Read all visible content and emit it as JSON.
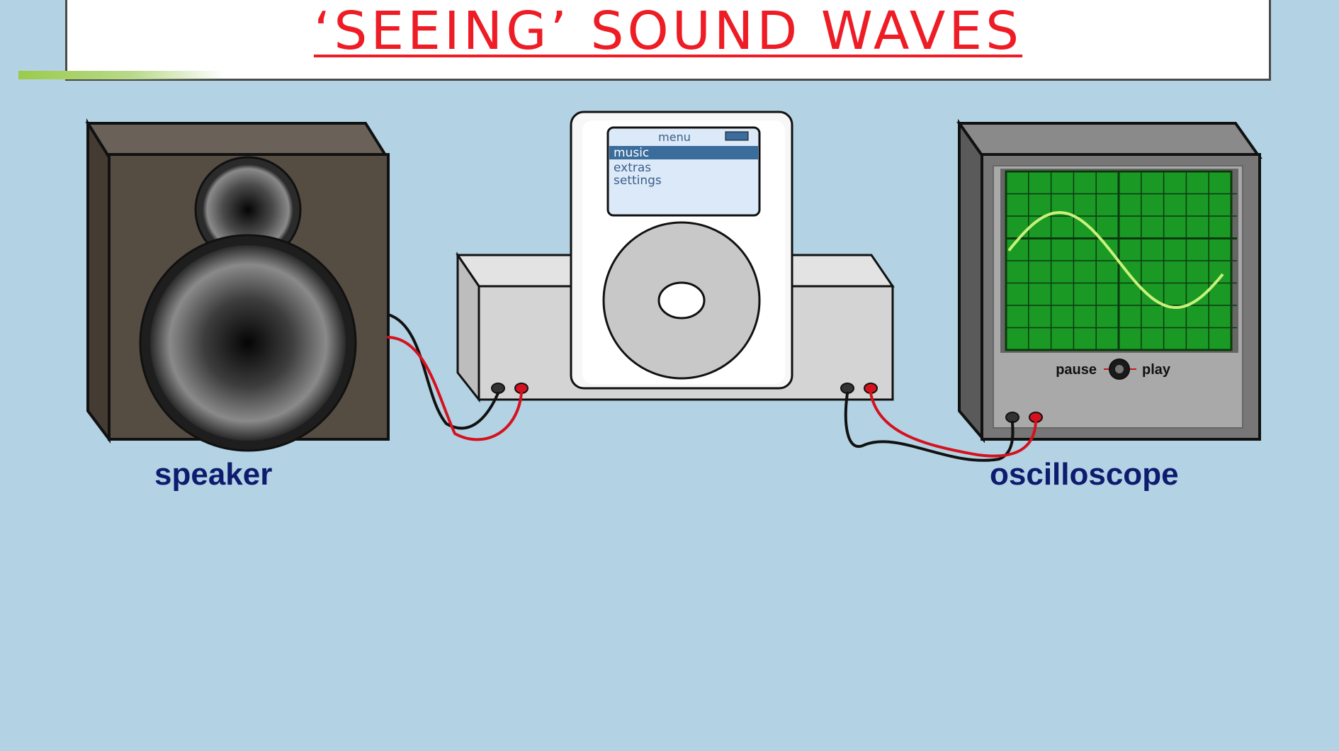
{
  "title": "‘SEEING’ SOUND WAVES",
  "labels": {
    "speaker": "speaker",
    "oscilloscope": "oscilloscope"
  },
  "ipod": {
    "menu_header": "menu",
    "menu_items": [
      "music",
      "extras",
      "settings"
    ],
    "selected_item": "music"
  },
  "oscilloscope": {
    "pause_label": "pause",
    "play_label": "play"
  },
  "colors": {
    "background": "#b3d2e3",
    "title": "#ee1c24",
    "label": "#0e1b6e",
    "wave": "#c8f27a",
    "screen": "#1a9a24",
    "speaker_body": "#554c42",
    "wire_red": "#d4121e",
    "wire_black": "#111111"
  }
}
